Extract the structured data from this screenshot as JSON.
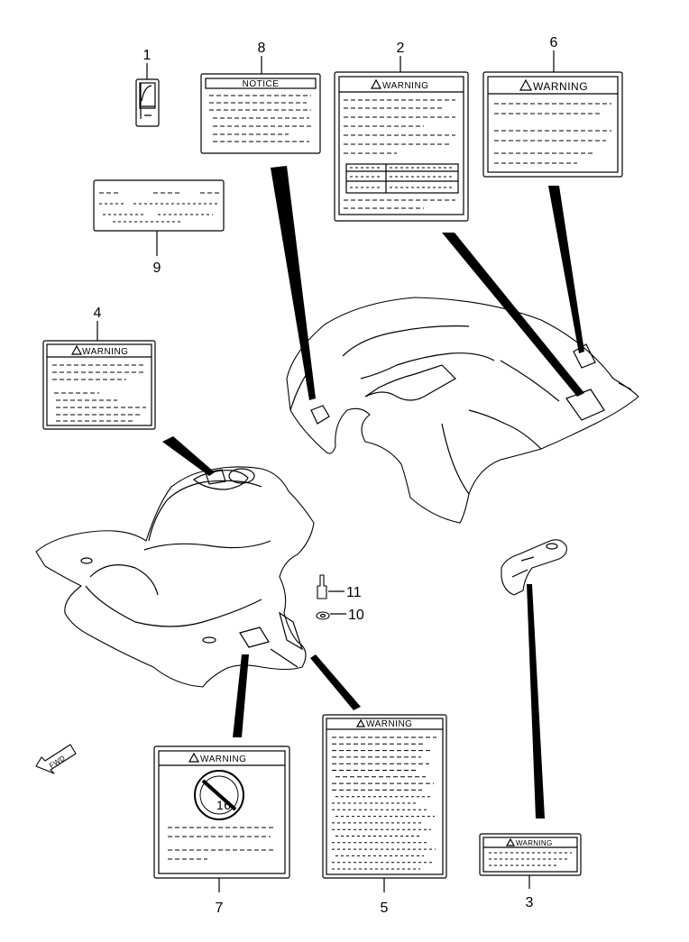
{
  "callouts": {
    "c1": "1",
    "c2": "2",
    "c3": "3",
    "c4": "4",
    "c5": "5",
    "c6": "6",
    "c7": "7",
    "c8": "8",
    "c9": "9",
    "c10": "10",
    "c11": "11"
  },
  "labels": {
    "notice": "NOTICE",
    "warning": "WARNING"
  },
  "fwd": "FWD",
  "icons": {
    "warning_triangle": "warning-triangle-icon",
    "age_sign": "no-under-16-icon",
    "fwd_arrow": "fwd-arrow-icon"
  },
  "age_sign_text": "16"
}
